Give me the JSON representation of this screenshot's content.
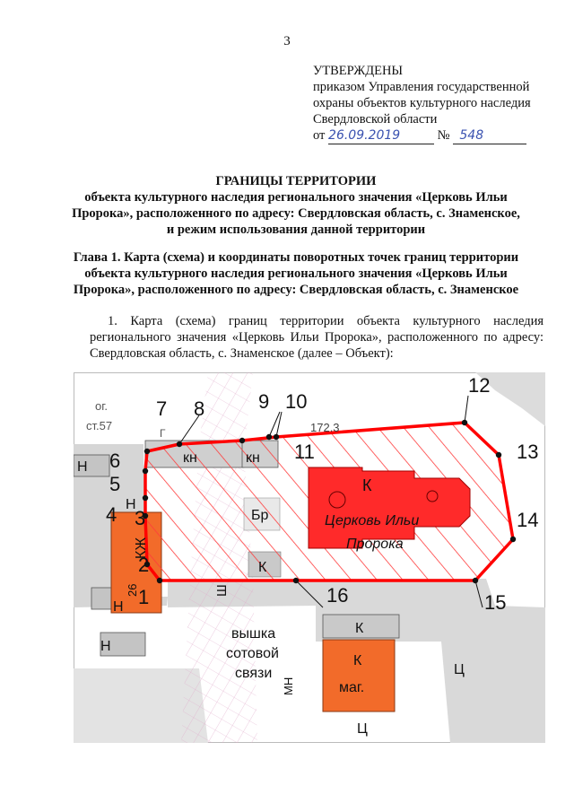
{
  "page_number": "3",
  "approval": {
    "heading": "УТВЕРЖДЕНЫ",
    "line1": "приказом Управления государственной",
    "line2": "охраны объектов культурного наследия",
    "line3": "Свердловской области",
    "date_prefix": "от",
    "date_value": "26.09.2019",
    "number_prefix": "№",
    "number_value": "548"
  },
  "title": {
    "line1": "ГРАНИЦЫ ТЕРРИТОРИИ",
    "line2": "объекта культурного наследия регионального значения «Церковь Ильи",
    "line3": "Пророка», расположенного по адресу: Свердловская область, с. Знаменское,",
    "line4": "и режим использования данной территории"
  },
  "chapter": {
    "line1": "Глава 1. Карта (схема) и координаты поворотных точек границ территории",
    "line2": "объекта культурного наследия регионального значения «Церковь Ильи",
    "line3": "Пророка», расположенного по адресу: Свердловская область, с. Знаменское"
  },
  "paragraph": "1. Карта (схема) границ территории объекта культурного наследия регионального значения «Церковь Ильи Пророка», расположенного по адресу: Свердловская область, с. Знаменское (далее – Объект):",
  "map": {
    "colors": {
      "boundary": "#ff0000",
      "church": "#ff2a2a",
      "building": "#f26b2a",
      "hatch": "#ff3b3b",
      "street": "#cfcfcf"
    },
    "point_numbers": [
      "1",
      "2",
      "3",
      "4",
      "5",
      "6",
      "7",
      "8",
      "9",
      "10",
      "11",
      "12",
      "13",
      "14",
      "15",
      "16"
    ],
    "building_labels": {
      "church_code": "К",
      "church_name_1": "Церковь Ильи",
      "church_name_2": "Пророка",
      "kn_1": "кн",
      "kn_2": "кн",
      "br": "Бр",
      "k_small": "К",
      "kzh": "КЖ",
      "kzh_num": "26",
      "n_1": "Н",
      "n_2": "Н",
      "n_3": "Н",
      "n_4": "Н",
      "c_1": "Ц",
      "c_2": "Ц",
      "sh": "Ш",
      "mn": "МН",
      "k_gray": "К",
      "k_shop": "К",
      "shop": "маг.",
      "og": "ог.",
      "st57": "ст.57",
      "g_mark": "Г"
    },
    "tower_label_1": "вышка",
    "tower_label_2": "сотовой",
    "tower_label_3": "связи",
    "elevation": "172.3"
  }
}
